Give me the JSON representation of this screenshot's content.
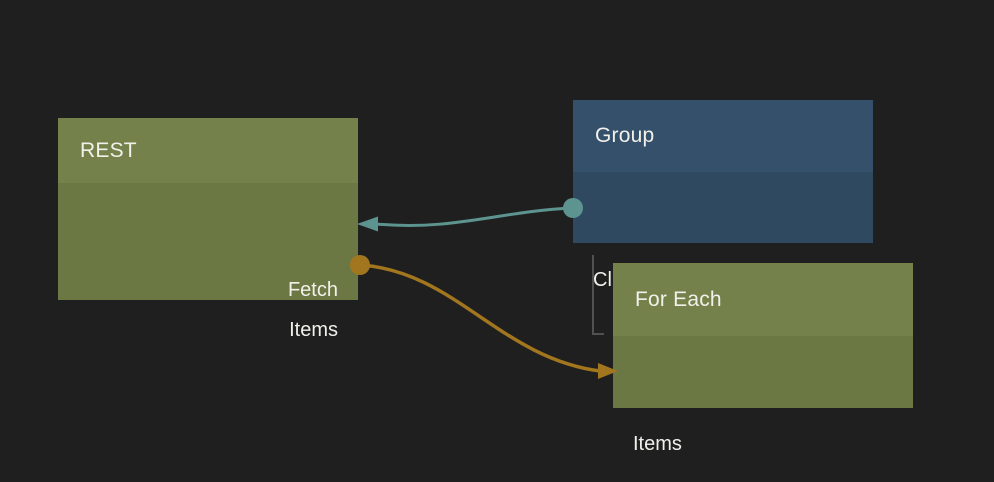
{
  "canvas": {
    "background": "#1f1f1f"
  },
  "palette": {
    "green_header": "#74814a",
    "green_body": "#6b7844",
    "blue_header": "#35506b",
    "blue_body": "#2f4961",
    "text": "#f1f0ea"
  },
  "nodes": [
    {
      "id": "rest",
      "title": "REST",
      "ports": [
        {
          "name": "Fetch",
          "side": "right"
        },
        {
          "name": "Items",
          "side": "right"
        }
      ]
    },
    {
      "id": "group",
      "title": "Group",
      "ports": [
        {
          "name": "Click",
          "side": "left"
        }
      ]
    },
    {
      "id": "foreach",
      "title": "For Each",
      "ports": [
        {
          "name": "Items",
          "side": "left"
        }
      ]
    }
  ],
  "edges": [
    {
      "from": "Group.Click",
      "to": "REST.Fetch",
      "color": "#5d948f"
    },
    {
      "from": "REST.Items",
      "to": "For Each.Items",
      "color": "#a2761f"
    }
  ],
  "hierarchy": {
    "parent": "Group",
    "child": "For Each",
    "color": "#515151"
  }
}
